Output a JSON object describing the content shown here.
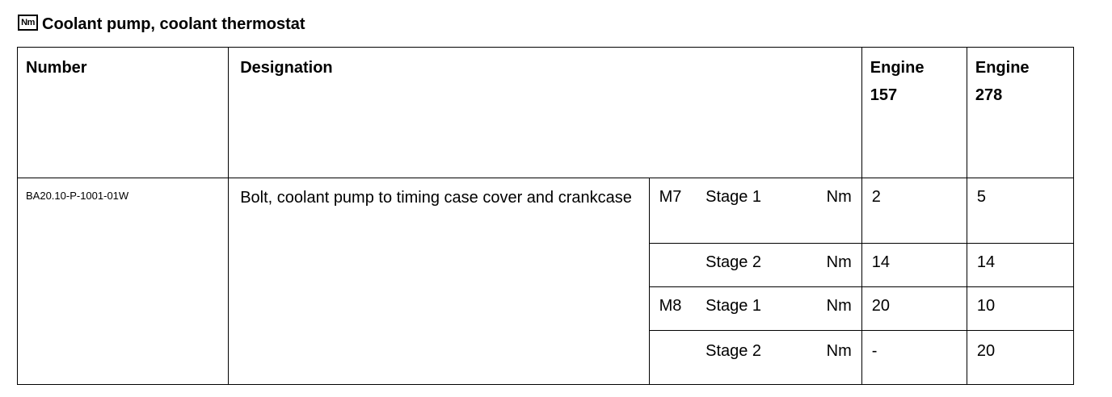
{
  "header": {
    "icon_text": "Nm",
    "title": "Coolant pump, coolant thermostat"
  },
  "table": {
    "headers": {
      "number": "Number",
      "designation": "Designation",
      "engine_a": "Engine\n157",
      "engine_b": "Engine\n278"
    },
    "row": {
      "number": "BA20.10-P-1001-01W",
      "designation": "Bolt, coolant pump to timing case cover and crankcase",
      "values": [
        {
          "thread": "M7",
          "stage": "Stage 1",
          "unit": "Nm",
          "engine_157": "2",
          "engine_278": "5"
        },
        {
          "thread": "",
          "stage": "Stage 2",
          "unit": "Nm",
          "engine_157": "14",
          "engine_278": "14"
        },
        {
          "thread": "M8",
          "stage": "Stage 1",
          "unit": "Nm",
          "engine_157": "20",
          "engine_278": "10"
        },
        {
          "thread": "",
          "stage": "Stage 2",
          "unit": "Nm",
          "engine_157": "-",
          "engine_278": "20"
        }
      ]
    }
  }
}
